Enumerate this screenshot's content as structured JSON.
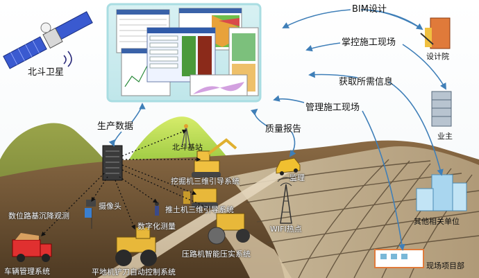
{
  "labels": {
    "beidou_satellite": "北斗卫星",
    "bim_design": "BIM设计",
    "design_institute": "设计院",
    "control_site": "掌控施工现场",
    "get_info": "获取所需信息",
    "owner": "业主",
    "manage_site": "管理施工现场",
    "production_data": "生产数据",
    "quality_report": "质量报告",
    "beidou_base": "北斗基站",
    "excavator_guidance": "挖掘机三维引导系统",
    "supervision": "监理",
    "other_units": "其他相关单位",
    "settlement_obs": "数位路基沉降观测",
    "camera": "摄像头",
    "bulldozer_guidance": "推土机三维引导系统",
    "wifi_hotspot": "WIFI热点",
    "digital_survey": "数字化测量",
    "roller_system": "压路机智能压实系统",
    "vehicle_mgmt": "车辆管理系统",
    "grader_control": "平地机铲刀自动控制系统",
    "site_office": "现场项目部"
  }
}
